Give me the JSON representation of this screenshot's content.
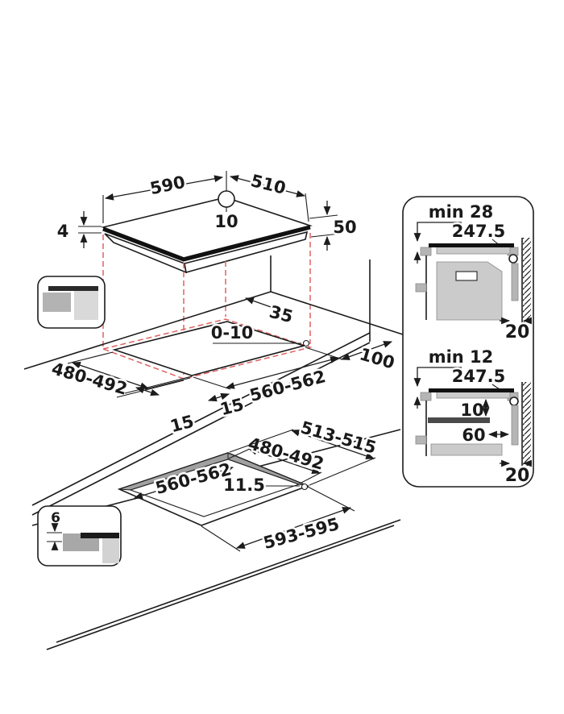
{
  "diagram_title": "hob-installation-dimensions",
  "labels": {
    "hob_width": "590",
    "hob_depth": "510",
    "hole_diameter": "10",
    "glass_height": "4",
    "body_height": "50",
    "rear_clearance": "35",
    "right_play": "0-10",
    "front_margin": "100",
    "cutout_width": "560-562",
    "cutout_depth": "480-492",
    "margin_left": "15",
    "margin_front": "15",
    "flush_outer_depth": "513-515",
    "flush_inner_depth": "480-492",
    "flush_inner_width": "560-562",
    "flush_step": "11.5",
    "flush_outer_width": "593-595",
    "flush_glass_recess": "6",
    "oven_min_clearance": "min 28",
    "oven_center_distance": "247.5",
    "oven_wall_gap": "20",
    "drawer_min_clearance": "min 12",
    "drawer_center_distance": "247.5",
    "shelf_clearance": "10",
    "shelf_setback": "60",
    "drawer_wall_gap": "20"
  },
  "colors": {
    "line": "#1c1c1c",
    "projection_dashed": "#e06262",
    "hob_glass": "#111111",
    "cabinet_gray": "#cbcbcb",
    "bracket_gray": "#b5b5b5",
    "shelf_dark": "#4a4a4a",
    "background": "#ffffff"
  }
}
